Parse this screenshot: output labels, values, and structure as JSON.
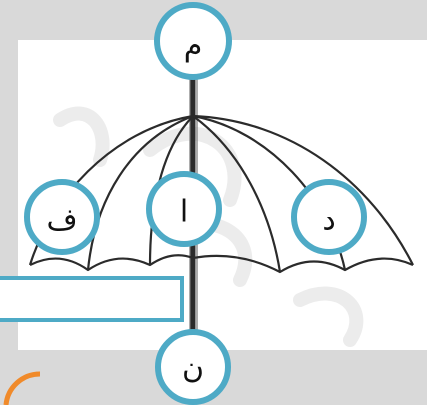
{
  "diagram": {
    "labels": {
      "top": "م",
      "left": "ف",
      "center": "ا",
      "right": "د",
      "bottom": "ن"
    },
    "answer_box": {
      "value": ""
    }
  },
  "colors": {
    "circle_stroke": "#4eaac6",
    "circle_fill": "#ffffff",
    "umbrella_stroke": "#2b2b2b",
    "panel_background": "#ffffff",
    "outer_background": "#d9d9d9",
    "orange_accent": "#f08a2a"
  }
}
